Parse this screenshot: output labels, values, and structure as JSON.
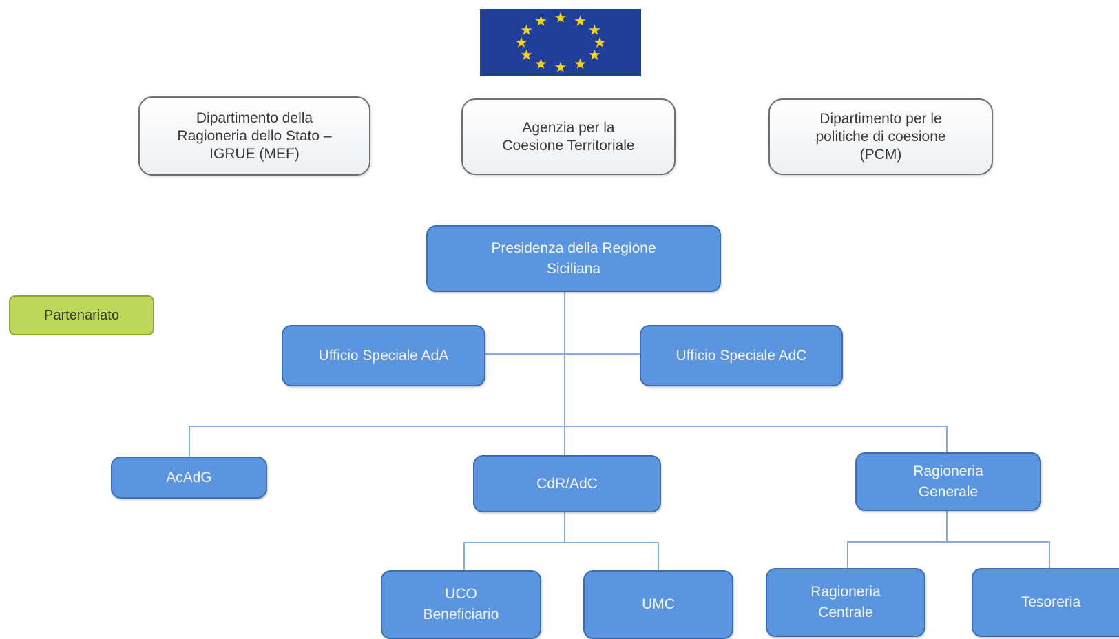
{
  "header": {
    "flag": {
      "background": "#1f3f99",
      "star_color": "#f3d21a",
      "star_count": 12,
      "icon": "eu-flag-icon"
    }
  },
  "top_row": [
    {
      "id": "mef",
      "label": "Dipartimento della\nRagioneria dello Stato –\nIGRUE (MEF)"
    },
    {
      "id": "act",
      "label": "Agenzia per la\nCoesione Territoriale"
    },
    {
      "id": "pcm",
      "label": "Dipartimento per le\npolitiche di coesione\n(PCM)"
    }
  ],
  "side": {
    "partenariato": "Partenariato"
  },
  "org": {
    "root": "Presidenza della Regione\nSiciliana",
    "uff_ada": "Ufficio Speciale AdA",
    "uff_adc": "Ufficio Speciale AdC",
    "acadg": "AcAdG",
    "cdr_adc": "CdR/AdC",
    "rag_gen": "Ragioneria\nGenerale",
    "uco": "UCO\nBeneficiario",
    "umc": "UMC",
    "rag_cen": "Ragioneria\nCentrale",
    "tesoreria": "Tesoreria"
  },
  "colors": {
    "blue_node": "#5b95e0",
    "blue_border": "#3a6fb4",
    "green_node": "#bcd85a",
    "connector": "#86acd8"
  }
}
